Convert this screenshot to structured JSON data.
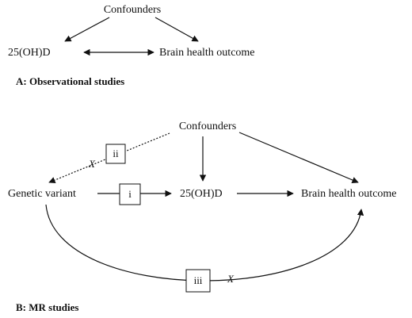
{
  "panel_a": {
    "confounders": "Confounders",
    "exposure": "25(OH)D",
    "outcome": "Brain health outcome",
    "caption": "A: Observational studies"
  },
  "panel_b": {
    "confounders": "Confounders",
    "genetic_variant": "Genetic variant",
    "exposure": "25(OH)D",
    "outcome": "Brain health outcome",
    "assumption_i": "i",
    "assumption_ii": "ii",
    "assumption_iii": "iii",
    "violation_mark": "X",
    "caption": "B: MR studies"
  }
}
